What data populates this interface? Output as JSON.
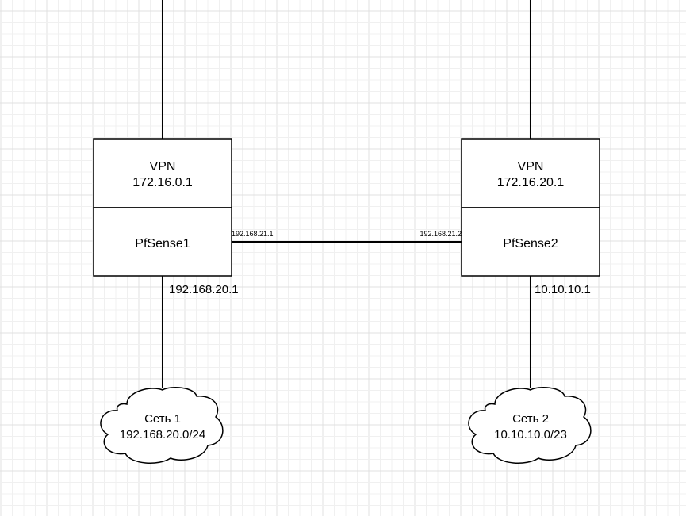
{
  "diagram": {
    "title": "",
    "colors": {
      "background": "#ffffff",
      "grid_minor": "#f0f0f0",
      "grid_major": "#e0e0e0",
      "stroke": "#000000",
      "fill": "#ffffff"
    },
    "nodes": {
      "router1": {
        "top_label_line1": "VPN",
        "top_label_line2": "172.16.0.1",
        "bottom_label": "PfSense1"
      },
      "router2": {
        "top_label_line1": "VPN",
        "top_label_line2": "172.16.20.1",
        "bottom_label": "PfSense2"
      },
      "network1": {
        "line1": "Сеть 1",
        "line2": "192.168.20.0/24"
      },
      "network2": {
        "line1": "Сеть 2",
        "line2": "10.10.10.0/23"
      }
    },
    "edges": {
      "link_left_ip": "192.168.21.1",
      "link_right_ip": "192.168.21.2",
      "lan1_gateway": "192.168.20.1",
      "lan2_gateway": "10.10.10.1"
    }
  }
}
